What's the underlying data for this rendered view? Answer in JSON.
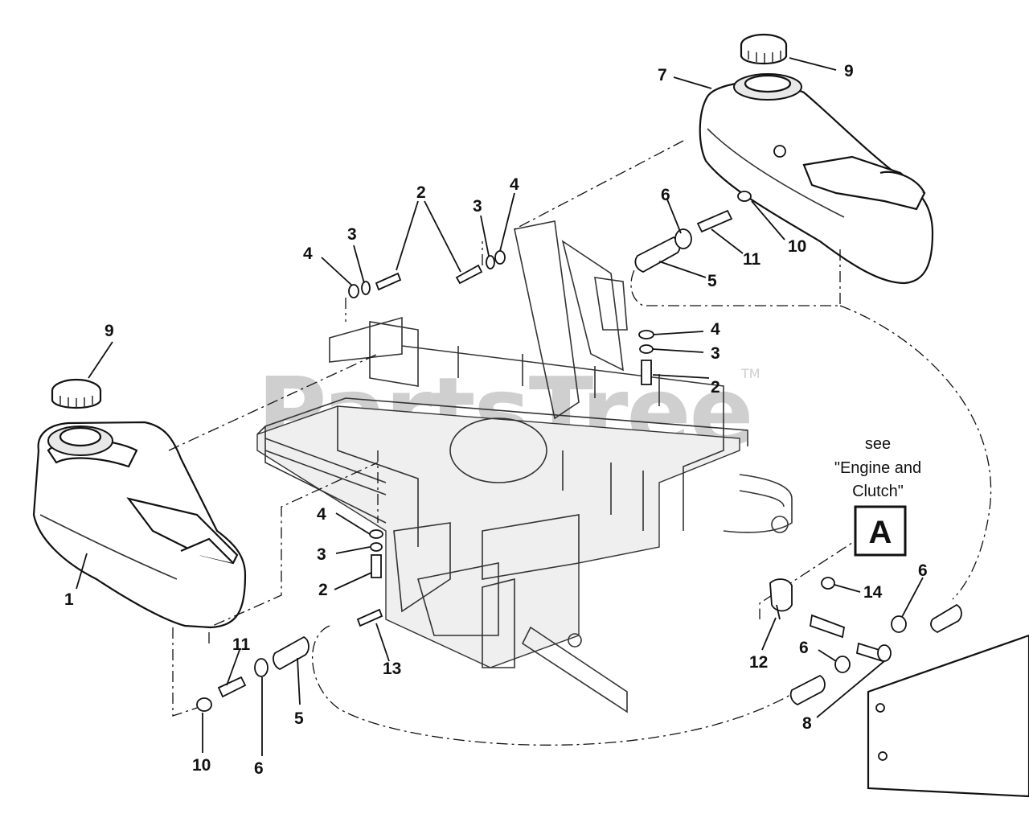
{
  "watermark": {
    "brand": "PartsTree",
    "trademark": "TM"
  },
  "callouts": {
    "c1": "1",
    "c2a": "2",
    "c2b": "2",
    "c2c": "2",
    "c3a": "3",
    "c3b": "3",
    "c3c": "3",
    "c3d": "3",
    "c4a": "4",
    "c4b": "4",
    "c4c": "4",
    "c4d": "4",
    "c5a": "5",
    "c5b": "5",
    "c6a": "6",
    "c6b": "6",
    "c6c": "6",
    "c6d": "6",
    "c7": "7",
    "c8": "8",
    "c9a": "9",
    "c9b": "9",
    "c10a": "10",
    "c10b": "10",
    "c11a": "11",
    "c11b": "11",
    "c12": "12",
    "c13": "13",
    "c14": "14"
  },
  "reference": {
    "line1": "see",
    "line2": "\"Engine and",
    "line3": "Clutch\"",
    "box_letter": "A"
  }
}
